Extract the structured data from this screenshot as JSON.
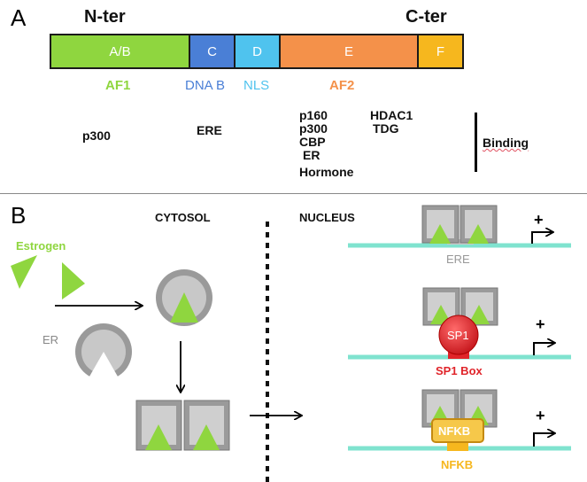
{
  "panel_a": {
    "letter": "A",
    "nter": "N-ter",
    "cter": "C-ter",
    "domains": [
      {
        "label": "A/B",
        "color": "#8fd63f"
      },
      {
        "label": "C",
        "color": "#4a7fd6"
      },
      {
        "label": "D",
        "color": "#4fc3ee"
      },
      {
        "label": "E",
        "color": "#f4914a"
      },
      {
        "label": "F",
        "color": "#f6b71e"
      }
    ],
    "functions": {
      "af1": {
        "label": "AF1",
        "color": "#8fd63f"
      },
      "dnab": {
        "label": "DNA B",
        "color": "#4a7fd6"
      },
      "nls": {
        "label": "NLS",
        "color": "#4fc3ee"
      },
      "af2": {
        "label": "AF2",
        "color": "#f4914a"
      }
    },
    "binding": {
      "ab": [
        "p300"
      ],
      "c": [
        "ERE"
      ],
      "e": [
        "p160",
        "p300",
        "CBP",
        "ER",
        "Hormone"
      ],
      "e2": [
        "HDAC1",
        "TDG"
      ],
      "label": "Binding"
    }
  },
  "panel_b": {
    "letter": "B",
    "cytosol": "CYTOSOL",
    "nucleus": "NUCLEUS",
    "estrogen": "Estrogen",
    "er": "ER",
    "plus": "+",
    "elements": {
      "ere": {
        "label": "ERE",
        "color": "#aaaaaa"
      },
      "sp1": {
        "label": "SP1",
        "box_label": "SP1 Box",
        "color": "#e0242a"
      },
      "nfkb": {
        "label": "NFKB",
        "element_label": "NFKB",
        "color": "#f6b71e"
      }
    },
    "colors": {
      "ligand": "#8fd63f",
      "dna": "#7fe3cf",
      "receptor": "#b8b8b8"
    }
  }
}
